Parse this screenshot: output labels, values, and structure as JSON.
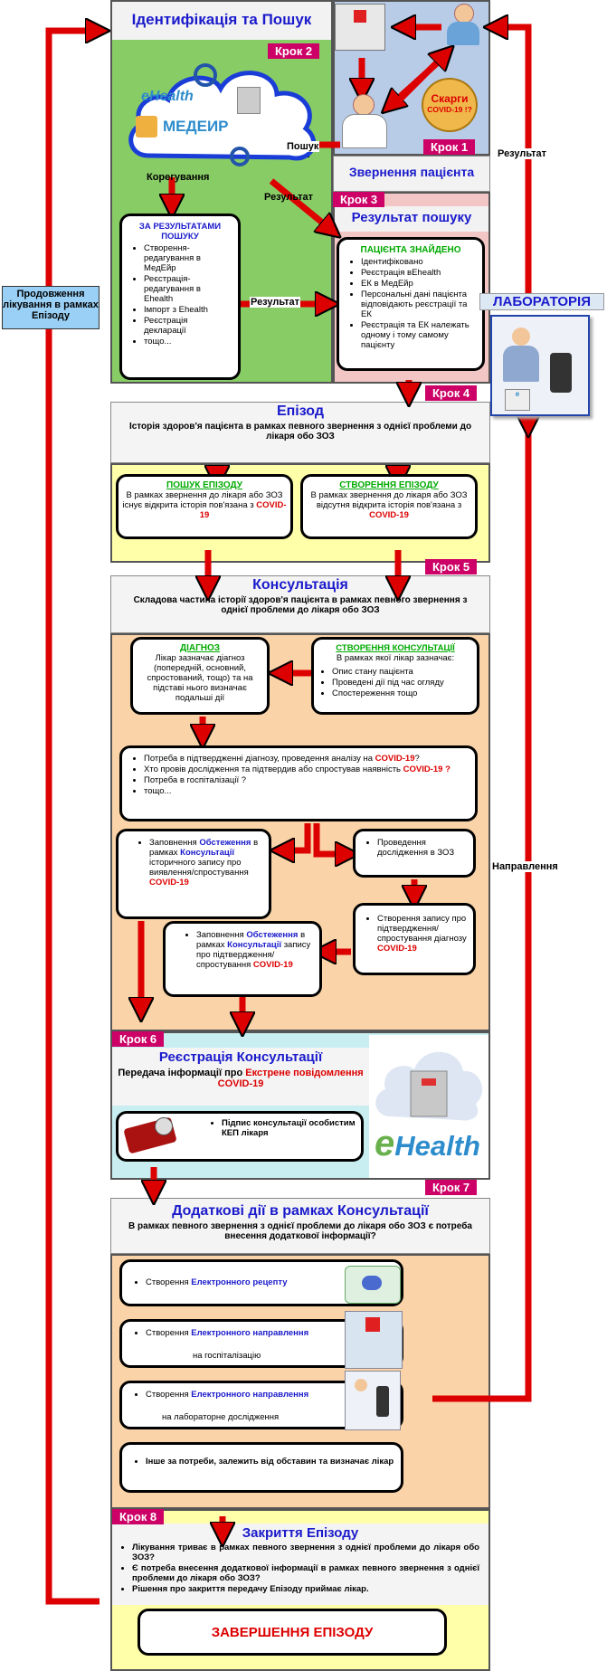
{
  "step_labels": [
    "Крок 2",
    "Крок 1",
    "Крок 3",
    "Крок 4",
    "Крок 5",
    "Крок 6",
    "Крок 7",
    "Крок 8"
  ],
  "ident_title": "Ідентифікація та Пошук",
  "cloud": {
    "ehealth": "eHealth",
    "medeir": "МЕДЕИР"
  },
  "search_label": "Пошук",
  "correction_label": "Корегування",
  "result_label_a": "Результат",
  "result_label_b": "Результат",
  "result_label_c": "Результат",
  "complaints": {
    "line1": "Скарги",
    "line2": "COVID-19 !?"
  },
  "appeal_title": "Звернення пацієнта",
  "search_result_title": "Результат пошуку",
  "by_results": {
    "title": "ЗА РЕЗУЛЬТАТАМИ ПОШУКУ",
    "items": [
      "Створення-редагування в МедЕйр",
      "Реєстрація-редагування в Ehealth",
      "Імпорт з Ehealth",
      "Реєстрація декларації",
      "тощо..."
    ]
  },
  "patient_found": {
    "title": "ПАЦІЄНТА ЗНАЙДЕНО",
    "items": [
      "Ідентифіковано",
      "Реєстрація вEhealth",
      "ЕК в МедЕйр",
      "Персональні дані пацієнта відповідають реєстрації та ЕК",
      "Реєстрація та ЕК належать одному і тому самому пацієнту"
    ]
  },
  "continue_treatment": "Продовження лікування в рамках Епізоду",
  "laboratory": "ЛАБОРАТОРІЯ",
  "direction_label": "Направлення",
  "episode": {
    "title": "Епізод",
    "desc": "Історія здоров'я пацієнта в рамках певного звернення з однієї проблеми до лікаря обо ЗОЗ"
  },
  "search_episode": {
    "title": "ПОШУК ЕПІЗОДУ",
    "text": "В рамках звернення до лікаря або ЗОЗ існує відкрита історія пов'язана з ",
    "covid": "COVID-19"
  },
  "create_episode": {
    "title": "СТВОРЕННЯ ЕПІЗОДУ",
    "text": "В рамках звернення до лікаря або ЗОЗ відсутня відкрита історія пов'язана з ",
    "covid": "COVID-19"
  },
  "consultation": {
    "title": "Консультація",
    "desc": "Складова частина історії здоров'я пацієнта в рамках певного звернення з однієї проблеми до лікаря обо ЗОЗ"
  },
  "diagnosis": {
    "title": "ДІАГНОЗ",
    "text": "Лікар зазначає діагноз (попередній, основний, спростований, тощо) та на підставі нього визначає подальші дії"
  },
  "create_consult": {
    "title": "СТВОРЕННЯ КОНСУЛЬТАЦІЇ",
    "subtitle": "В рамках якої лікар зазначає:",
    "items": [
      "Опис стану пацієнта",
      "Проведені дії під час огляду",
      "Спостереження тощо"
    ]
  },
  "needs": {
    "i1a": "Потреба в підтвердженні діагнозу, проведення аналізу на ",
    "i1b": "COVID-19",
    "i1c": "?",
    "i2a": "Хто провів дослідження та підтвердив або спростував наявність ",
    "i2b": "COVID-19 ?",
    "i3": "Потреба в госпіталізації ?",
    "i4": "тощо..."
  },
  "fill1": {
    "a": "Заповнення ",
    "b": "Обстеження",
    "c": " в рамках ",
    "d": "Консультації",
    "e": " історичного запису про виявлення/спростування ",
    "f": "COVID-19"
  },
  "conduct": {
    "text": "Проведення дослідження в ЗОЗ"
  },
  "create_record": {
    "text": "Створення запису про підтвердження/ спростування діагнозу ",
    "covid": "COVID-19"
  },
  "fill2": {
    "a": "Заповнення ",
    "b": "Обстеження",
    "c": " в рамках ",
    "d": "Консультації",
    "e": " запису про підтвердження/ спростування ",
    "f": "COVID-19"
  },
  "registration": {
    "title": "Реєстрація Консультації",
    "line_a": "Передача інформації про ",
    "line_b": "Екстрене повідомлення COVID-19",
    "sign": "Підпис консультації особистим КЕП лікаря",
    "ehealth_logo": "Health"
  },
  "extra": {
    "title": "Додаткові дії в рамках Консультації",
    "desc": "В рамках певного звернення з однієї проблеми до лікаря обо ЗОЗ є потреба внесення додаткової інформації?",
    "recipe_a": "Створення ",
    "recipe_b": "Електронного рецепту",
    "hosp_a": "Створення ",
    "hosp_b": "Електронного направлення",
    "hosp_c": "на госпіталізацію",
    "lab_a": "Створення ",
    "lab_b": "Електронного направлення",
    "lab_c": "на лабораторне дослідження",
    "other": "Інше за потреби, залежить від обставин та визначає лікар"
  },
  "closing": {
    "title": "Закриття Епізоду",
    "items": [
      "Лікування триває в рамках певного звернення з однієї проблеми до лікаря обо ЗОЗ?",
      "Є потреба внесення додаткової інформації в рамках певного звернення з однієї проблеми до лікаря обо ЗОЗ?",
      "Рішення про закриття передачу Епізоду приймає лікар."
    ]
  },
  "finish": "ЗАВЕРШЕННЯ ЕПІЗОДУ"
}
